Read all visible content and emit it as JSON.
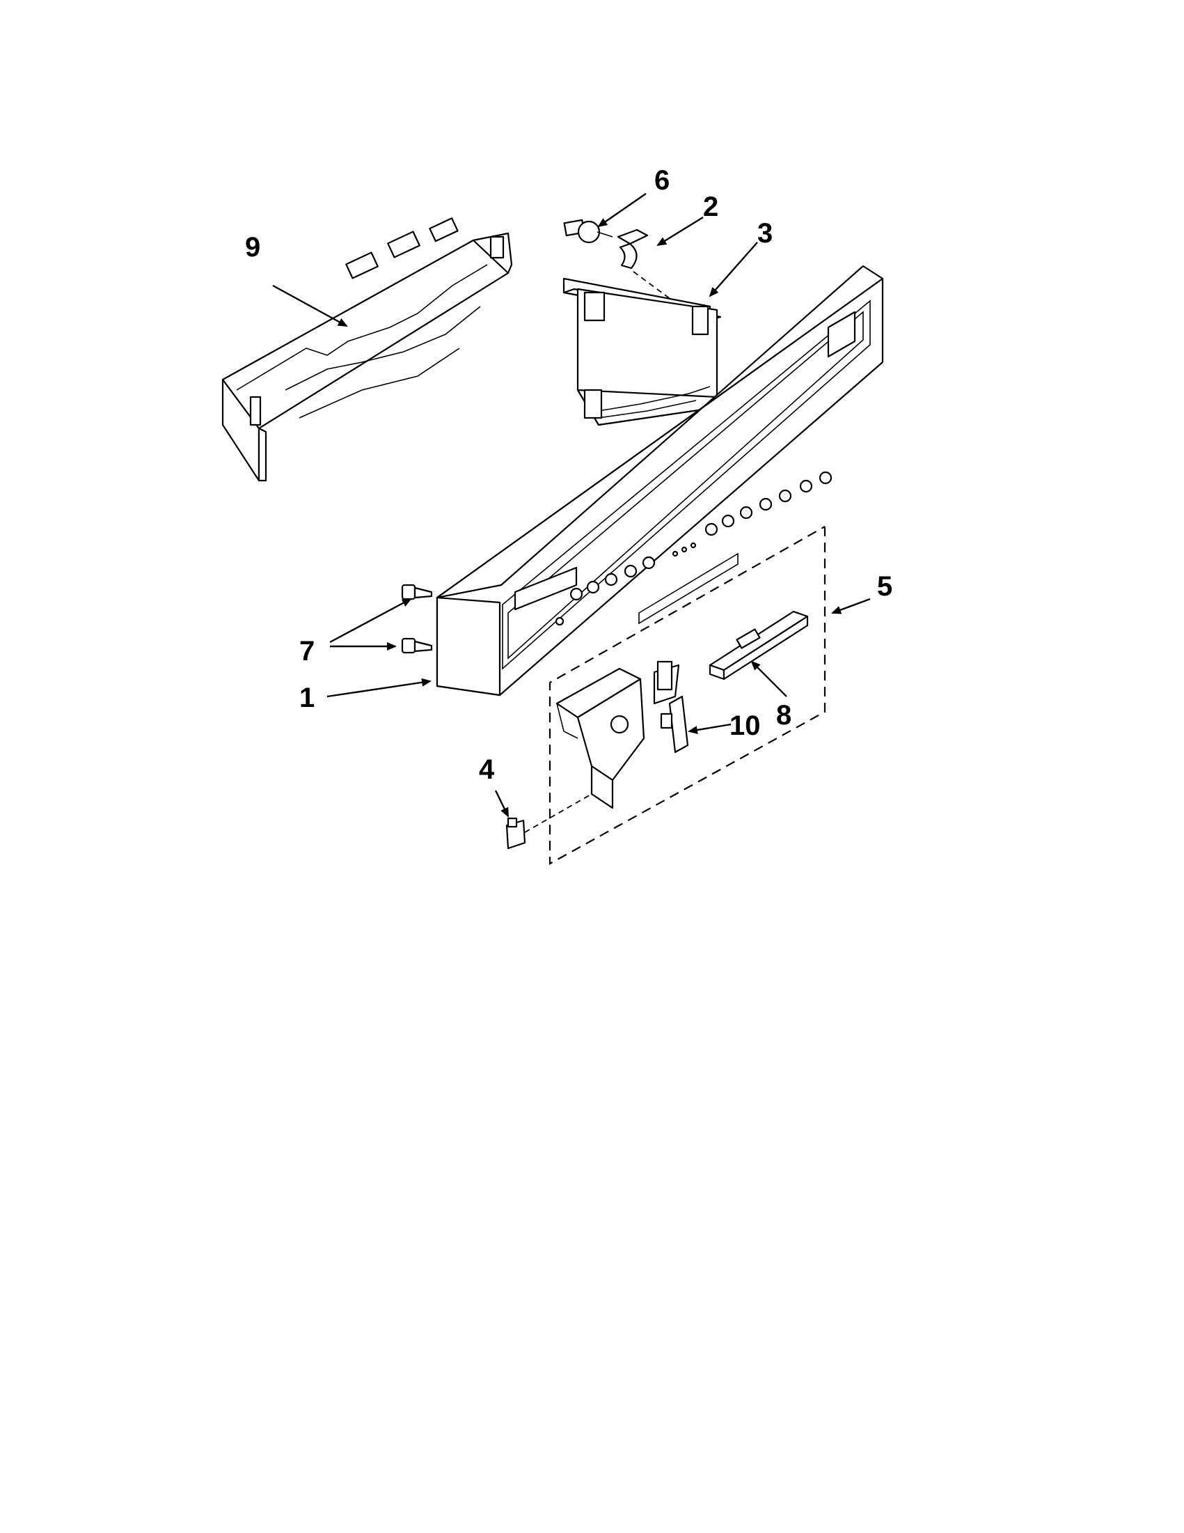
{
  "diagram": {
    "callouts": [
      {
        "id": "1",
        "label": "1"
      },
      {
        "id": "2",
        "label": "2"
      },
      {
        "id": "3",
        "label": "3"
      },
      {
        "id": "4",
        "label": "4"
      },
      {
        "id": "5",
        "label": "5"
      },
      {
        "id": "6",
        "label": "6"
      },
      {
        "id": "7",
        "label": "7"
      },
      {
        "id": "8",
        "label": "8"
      },
      {
        "id": "9",
        "label": "9"
      },
      {
        "id": "10",
        "label": "10"
      }
    ],
    "colors": {
      "ink": "#000000",
      "background": "#ffffff"
    }
  }
}
